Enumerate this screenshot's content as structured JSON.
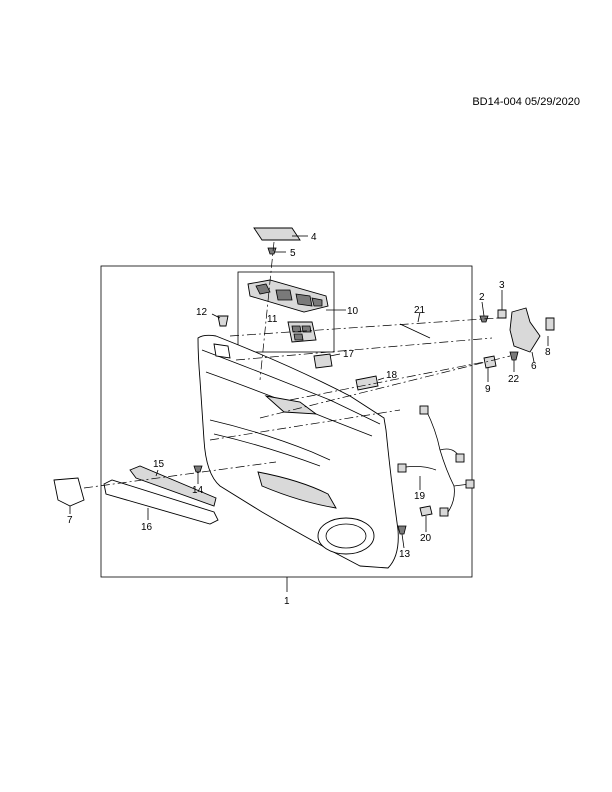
{
  "header": {
    "reference": "BD14-004 05/29/2020"
  },
  "callouts": {
    "c1": "1",
    "c2": "2",
    "c3": "3",
    "c4": "4",
    "c5": "5",
    "c6": "6",
    "c7": "7",
    "c8": "8",
    "c9": "9",
    "c10": "10",
    "c11": "11",
    "c12": "12",
    "c13": "13",
    "c14": "14",
    "c15": "15",
    "c16": "16",
    "c17": "17",
    "c18": "18",
    "c19": "19",
    "c20": "20",
    "c21": "21",
    "c22": "22"
  },
  "colors": {
    "line": "#000000",
    "part_fill": "#d9d9d9",
    "dark_fill": "#7a7a7a",
    "background": "#ffffff"
  }
}
